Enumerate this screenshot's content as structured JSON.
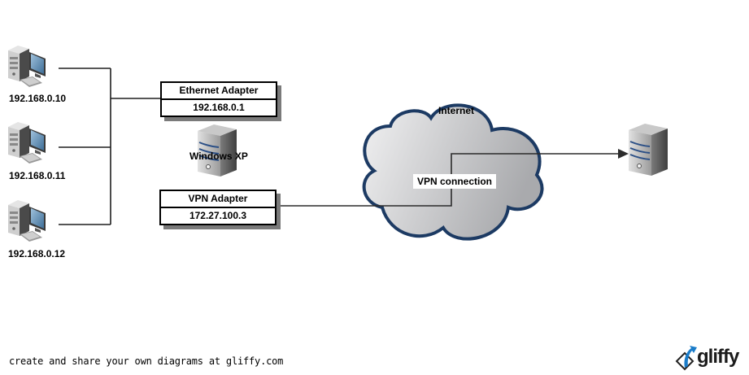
{
  "diagram": {
    "clients": [
      {
        "ip": "192.168.0.10"
      },
      {
        "ip": "192.168.0.11"
      },
      {
        "ip": "192.168.0.12"
      }
    ],
    "gateway": {
      "label": "Windows XP",
      "ethernet_adapter": {
        "title": "Ethernet Adapter",
        "ip": "192.168.0.1"
      },
      "vpn_adapter": {
        "title": "VPN Adapter",
        "ip": "172.27.100.3"
      }
    },
    "cloud": {
      "label": "Internet",
      "fill": "#c8c9cc",
      "stroke": "#1c3a63"
    },
    "connection": {
      "label": "VPN connection"
    },
    "remote_server": {
      "label": ""
    }
  },
  "footer": {
    "tagline": "create and share your own diagrams at gliffy.com",
    "brand": "gliffy",
    "brand_color": "#1a7cc9"
  }
}
